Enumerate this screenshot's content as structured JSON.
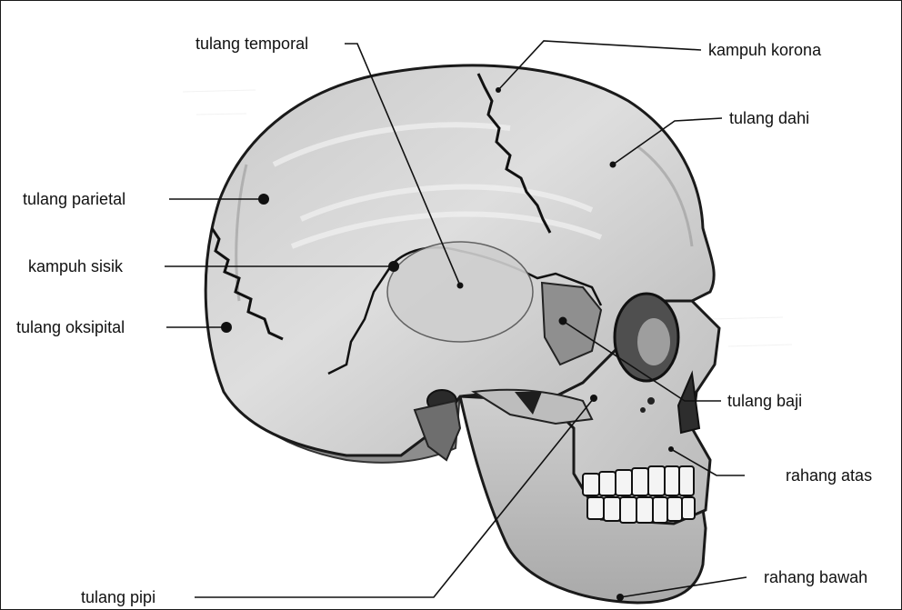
{
  "diagram": {
    "subject": "skull-lateral-view",
    "labels": {
      "tulang_temporal": "tulang temporal",
      "kampuh_korona": "kampuh korona",
      "tulang_dahi": "tulang dahi",
      "tulang_parietal": "tulang parietal",
      "kampuh_sisik": "kampuh sisik",
      "tulang_oksipital": "tulang oksipital",
      "tulang_baji": "tulang baji",
      "rahang_atas": "rahang atas",
      "rahang_bawah": "rahang bawah",
      "tulang_pipi": "tulang pipi"
    }
  }
}
